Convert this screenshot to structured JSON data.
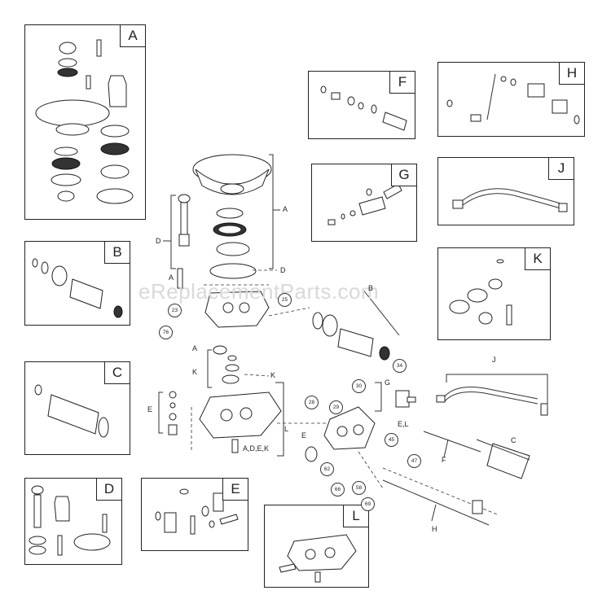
{
  "watermark": "eReplacementParts.com",
  "kits": [
    {
      "id": "A"
    },
    {
      "id": "B"
    },
    {
      "id": "C"
    },
    {
      "id": "D"
    },
    {
      "id": "E"
    },
    {
      "id": "F"
    },
    {
      "id": "G"
    },
    {
      "id": "H"
    },
    {
      "id": "J"
    },
    {
      "id": "K"
    },
    {
      "id": "L"
    }
  ],
  "callouts": {
    "a_right": "A",
    "d_right": "D",
    "d_left": "D",
    "a_left": "A",
    "b_right": "B",
    "a_mid": "A",
    "k_left": "K",
    "k_right": "K",
    "e_left": "E",
    "l_mid": "L",
    "adek": "A,D,E,K",
    "e_mid": "E",
    "g_mid": "G",
    "el_mid": "E,L",
    "j_top": "J",
    "c_mid": "C",
    "f_mid": "F",
    "h_bottom": "H"
  },
  "part_numbers": {
    "p23": "23",
    "p76": "76",
    "p25": "25",
    "p28": "28",
    "p29": "29",
    "p30": "30",
    "p34": "34",
    "p45": "45",
    "p62": "62",
    "p66": "66",
    "p58": "58",
    "p69": "69",
    "p47": "47"
  }
}
